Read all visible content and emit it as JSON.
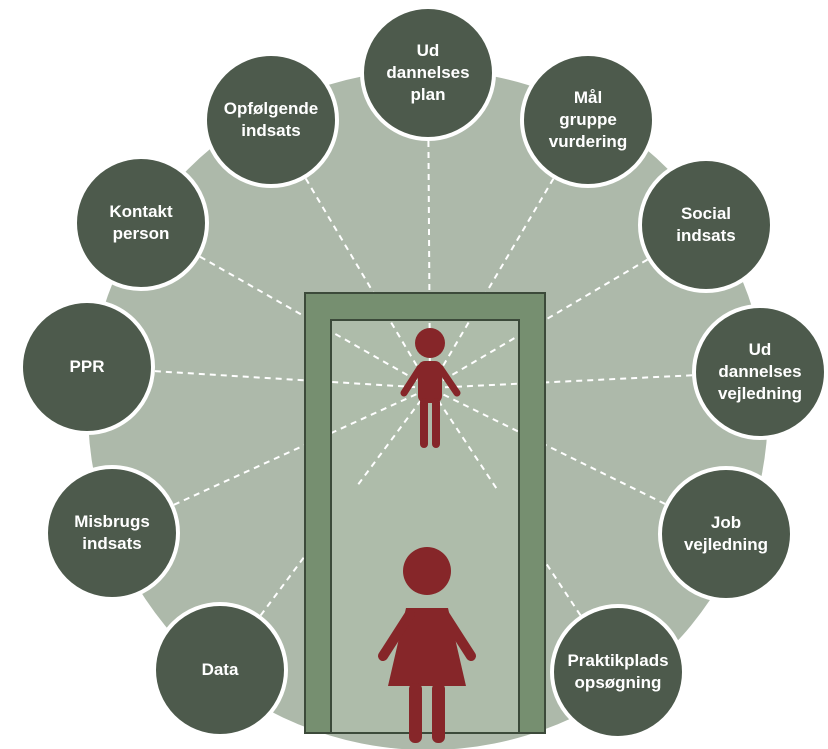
{
  "colors": {
    "background_disc": "#adb9aa",
    "node_fill": "#4d5a4c",
    "node_border": "#ffffff",
    "node_text": "#ffffff",
    "spoke": "#ffffff",
    "doorway_frame": "#768f70",
    "doorway_outline": "#3c4a3a",
    "doorway_inner": "#aebcaa",
    "figure": "#862629"
  },
  "nodes": [
    {
      "id": "uddannelsesplan",
      "label": "Ud\ndannelses\nplan"
    },
    {
      "id": "maalgruppevurdering",
      "label": "Mål\ngruppe\nvurdering"
    },
    {
      "id": "social-indsats",
      "label": "Social\nindsats"
    },
    {
      "id": "uddannelsesvejledning",
      "label": "Ud\ndannelses\nvejledning"
    },
    {
      "id": "jobvejledning",
      "label": "Job\nvejledning"
    },
    {
      "id": "praktikpladsopsoegning",
      "label": "Praktikplads\nopsøgning"
    },
    {
      "id": "data",
      "label": "Data"
    },
    {
      "id": "misbrugsindsats",
      "label": "Misbrugs\nindsats"
    },
    {
      "id": "ppr",
      "label": "PPR"
    },
    {
      "id": "kontaktperson",
      "label": "Kontakt\nperson"
    },
    {
      "id": "opfoelgende-indsats",
      "label": "Opfølgende\nindsats"
    }
  ],
  "figures": [
    {
      "id": "person-near",
      "icon": "male-person-icon"
    },
    {
      "id": "person-far",
      "icon": "female-person-icon"
    }
  ]
}
